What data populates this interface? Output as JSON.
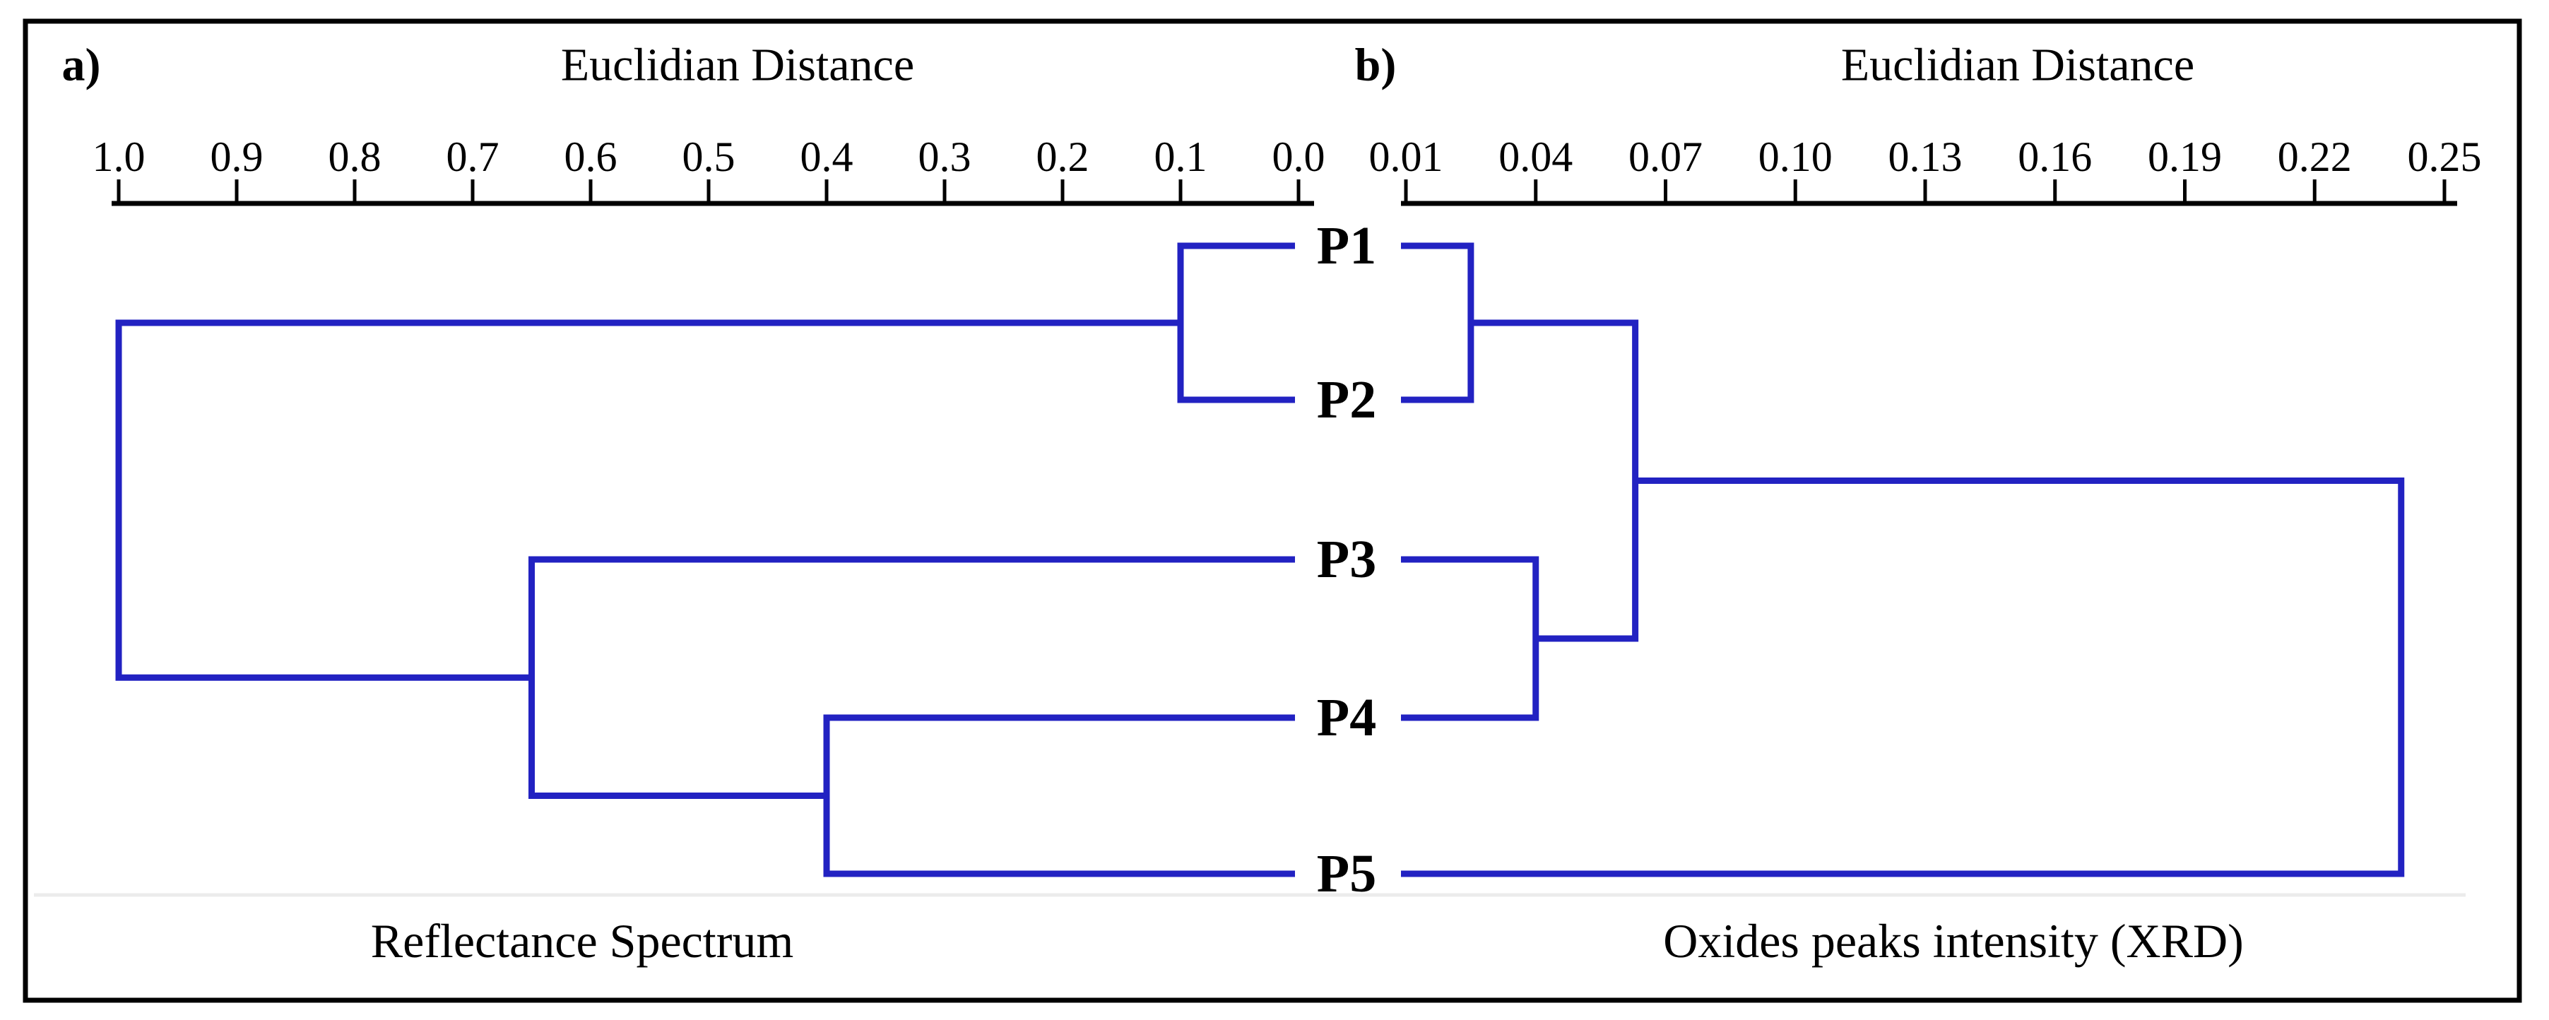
{
  "figure": {
    "leaves": [
      "P1",
      "P2",
      "P3",
      "P4",
      "P5"
    ],
    "panel_a": {
      "label": "a)",
      "title": "Euclidian Distance",
      "caption": "Reflectance Spectrum",
      "axis_ticks": [
        "1.0",
        "0.9",
        "0.8",
        "0.7",
        "0.6",
        "0.5",
        "0.4",
        "0.3",
        "0.2",
        "0.1",
        "0.0"
      ]
    },
    "panel_b": {
      "label": "b)",
      "title": "Euclidian Distance",
      "caption": "Oxides peaks intensity (XRD)",
      "axis_ticks": [
        "0.01",
        "0.04",
        "0.07",
        "0.10",
        "0.13",
        "0.16",
        "0.19",
        "0.22",
        "0.25"
      ]
    }
  },
  "chart_data": [
    {
      "type": "dendrogram",
      "panel": "a",
      "title": "Euclidian Distance",
      "caption": "Reflectance Spectrum",
      "orientation": "horizontal, leaves at right (0.0), root at left (1.0)",
      "axis_label": "Euclidian Distance",
      "axis_range": [
        1.0,
        0.0
      ],
      "axis_tick_values": [
        1.0,
        0.9,
        0.8,
        0.7,
        0.6,
        0.5,
        0.4,
        0.3,
        0.2,
        0.1,
        0.0
      ],
      "leaves": [
        "P1",
        "P2",
        "P3",
        "P4",
        "P5"
      ],
      "merges": [
        {
          "id": "a1",
          "children": [
            "P1",
            "P2"
          ],
          "distance": 0.1
        },
        {
          "id": "a2",
          "children": [
            "P4",
            "P5"
          ],
          "distance": 0.4
        },
        {
          "id": "a3",
          "children": [
            "P3",
            "a2"
          ],
          "distance": 0.65
        },
        {
          "id": "a4",
          "children": [
            "a1",
            "a3"
          ],
          "distance": 1.0
        }
      ]
    },
    {
      "type": "dendrogram",
      "panel": "b",
      "title": "Euclidian Distance",
      "caption": "Oxides peaks intensity (XRD)",
      "orientation": "horizontal, leaves at left (0.01), root at right (0.25)",
      "axis_label": "Euclidian Distance",
      "axis_range": [
        0.01,
        0.25
      ],
      "axis_tick_values": [
        0.01,
        0.04,
        0.07,
        0.1,
        0.13,
        0.16,
        0.19,
        0.22,
        0.25
      ],
      "leaves": [
        "P1",
        "P2",
        "P3",
        "P4",
        "P5"
      ],
      "merges": [
        {
          "id": "b1",
          "children": [
            "P1",
            "P2"
          ],
          "distance": 0.025
        },
        {
          "id": "b2",
          "children": [
            "P3",
            "P4"
          ],
          "distance": 0.04
        },
        {
          "id": "b3",
          "children": [
            "b1",
            "b2"
          ],
          "distance": 0.063
        },
        {
          "id": "b4",
          "children": [
            "b3",
            "P5"
          ],
          "distance": 0.24
        }
      ]
    }
  ],
  "colors": {
    "dendrogram_line": "#2222c2",
    "axis_line": "#000000",
    "border": "#000000",
    "text": "#000000",
    "faint_rule": "#ececec",
    "background": "#ffffff"
  }
}
